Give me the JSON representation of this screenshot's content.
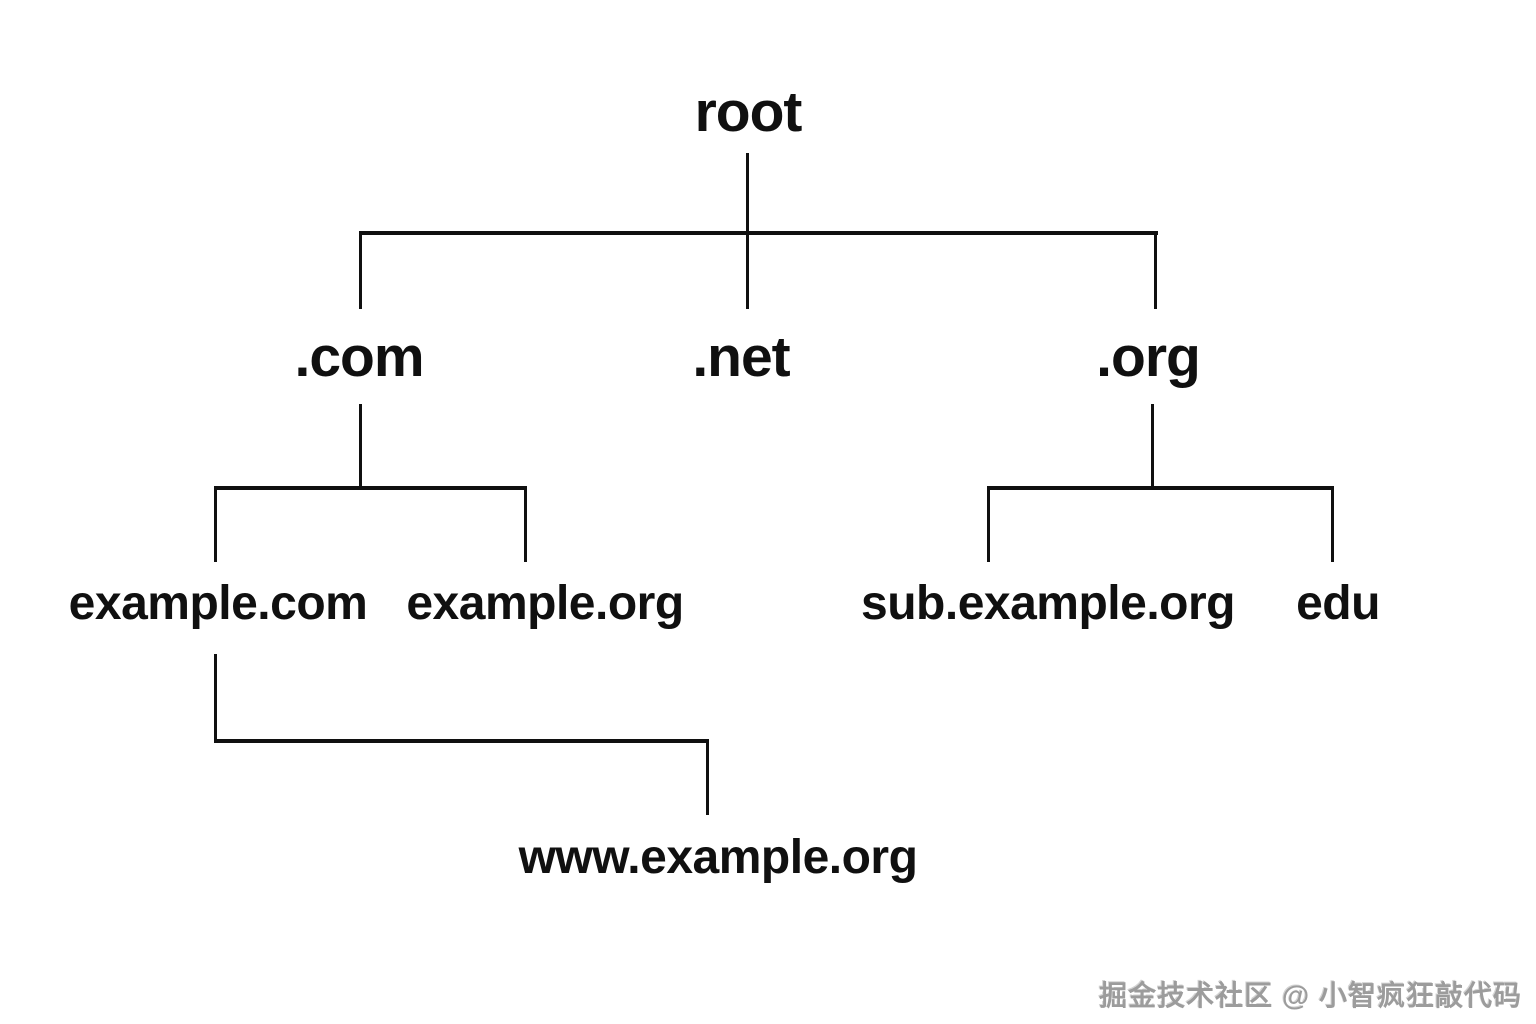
{
  "tree": {
    "root": {
      "label": "root",
      "children": [
        {
          "label": ".com",
          "children": [
            {
              "label": "example.com",
              "children": [
                {
                  "label": "www.example.org",
                  "children": []
                }
              ]
            },
            {
              "label": "example.org",
              "children": []
            }
          ]
        },
        {
          "label": ".net",
          "children": []
        },
        {
          "label": ".org",
          "children": [
            {
              "label": "sub.example.org",
              "children": []
            },
            {
              "label": "edu",
              "children": []
            }
          ]
        }
      ]
    }
  },
  "watermark": {
    "text": "掘金技术社区 @ 小智疯狂敲代码"
  },
  "colors": {
    "line": "#101010",
    "label_text": "#101010",
    "background": "#ffffff",
    "watermark_text": "#9c9c9c"
  }
}
